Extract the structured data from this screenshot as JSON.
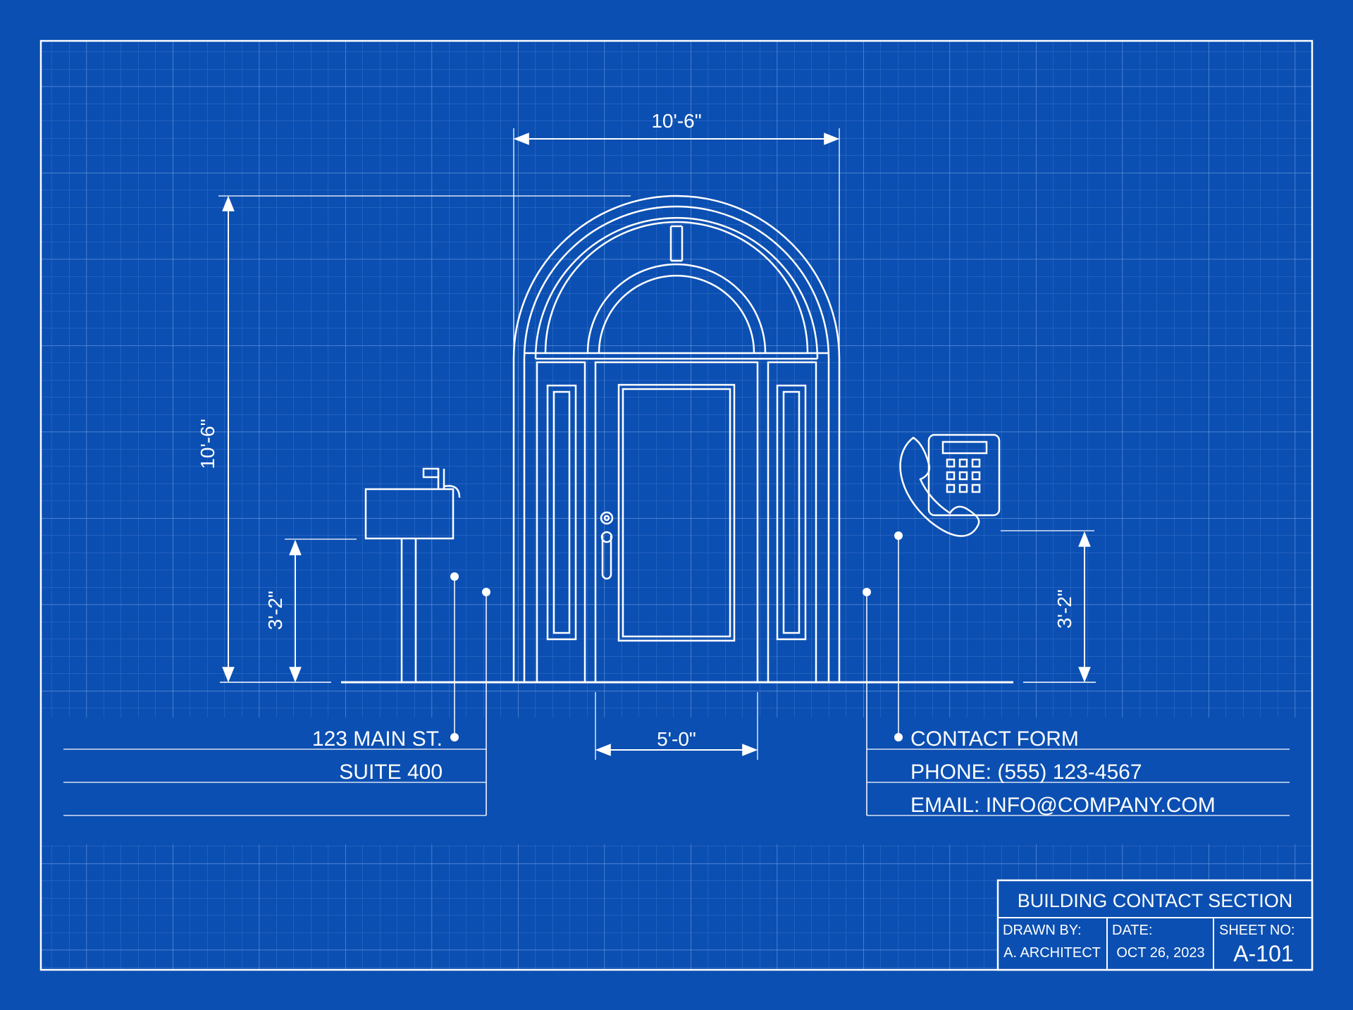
{
  "colors": {
    "background": "#0b4fb2",
    "grid_minor": "#5c8ee0",
    "grid_major": "#86abe8",
    "line": "#ffffff"
  },
  "dimensions": {
    "top_width": "10'-6\"",
    "left_height": "10'-6\"",
    "mailbox_height": "3'-2\"",
    "phone_height": "3'-2\"",
    "door_width": "5'-0\""
  },
  "icons": {
    "mailbox": "mailbox-icon",
    "phone": "phone-icon"
  },
  "address": {
    "line1": "123 MAIN ST.",
    "line2": "SUITE 400"
  },
  "contact": {
    "title": "CONTACT FORM",
    "phone": "PHONE: (555) 123-4567",
    "email": "EMAIL: INFO@COMPANY.COM"
  },
  "title_block": {
    "title": "BUILDING CONTACT SECTION",
    "drawn_by_label": "DRAWN BY:",
    "drawn_by_value": "A. ARCHITECT",
    "date_label": "DATE:",
    "date_value": "OCT 26, 2023",
    "sheet_label": "SHEET NO:",
    "sheet_value": "A-101"
  }
}
